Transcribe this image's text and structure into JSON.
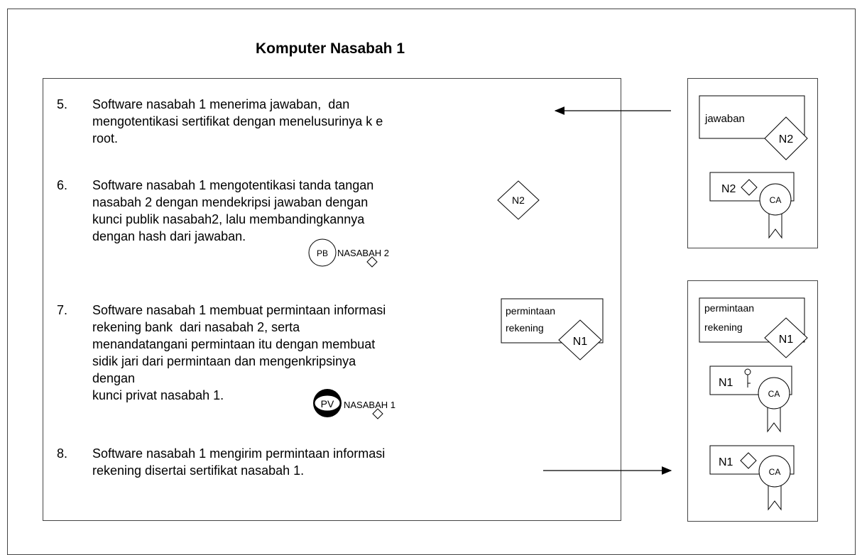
{
  "title": "Komputer Nasabah 1",
  "steps": [
    {
      "num": "5.",
      "lines": [
        "Software nasabah 1 menerima jawaban,  dan",
        "mengotentikasi sertifikat dengan menelusurinya k e",
        "root."
      ]
    },
    {
      "num": "6.",
      "lines": [
        "Software nasabah 1 mengotentikasi tanda tangan",
        "nasabah 2 dengan mendekripsi jawaban dengan",
        "kunci publik nasabah2, lalu membandingkannya",
        "dengan hash dari jawaban."
      ]
    },
    {
      "num": "7.",
      "lines": [
        "Software nasabah 1 membuat permintaan informasi",
        "rekening bank  dari nasabah 2, serta",
        "menandatangani permintaan itu dengan membuat",
        "sidik jari dari permintaan dan mengenkripsinya",
        "dengan",
        "kunci privat nasabah 1."
      ]
    },
    {
      "num": "8.",
      "lines": [
        "Software nasabah 1 mengirim permintaan informasi",
        "rekening disertai sertifikat nasabah 1."
      ]
    }
  ],
  "labels": {
    "n2": "N2",
    "n1": "N1",
    "ca": "CA",
    "pb": "PB",
    "pv": "PV",
    "nasabah2": "NASABAH 2",
    "nasabah1": "NASABAH 1",
    "jawaban": "jawaban",
    "permintaan": "permintaan",
    "rekening": "rekening"
  }
}
